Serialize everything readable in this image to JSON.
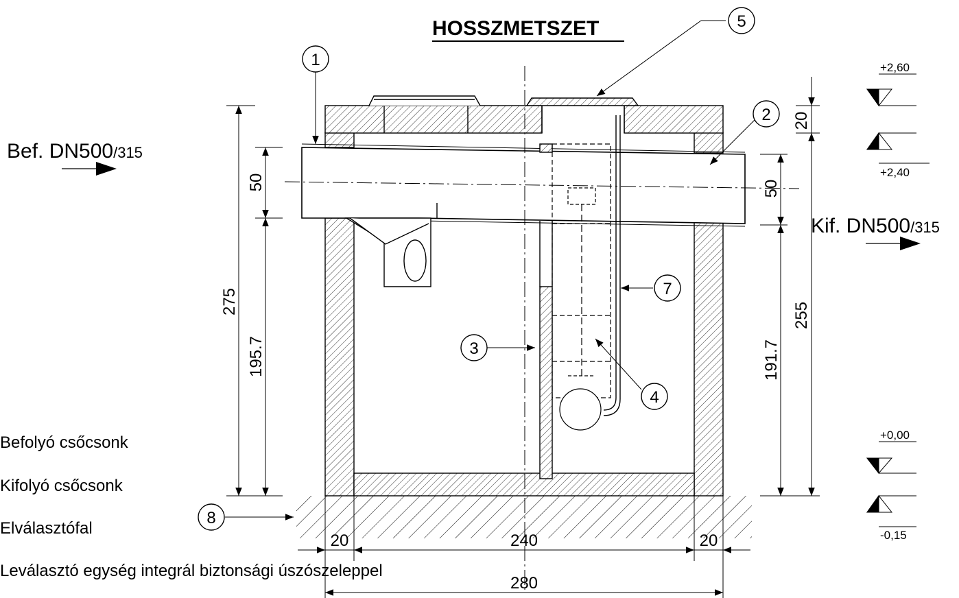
{
  "title": "HOSSZMETSZET",
  "inlet": {
    "label": "Bef. DN500",
    "sub": "/315"
  },
  "outlet": {
    "label": "Kif. DN500",
    "sub": "/315"
  },
  "levels": {
    "top": "+2,60",
    "inlet": "+2,40",
    "zero": "+0,00",
    "bottom": "-0,15"
  },
  "dimensions": {
    "left_total": "275",
    "left_pipe": "50",
    "left_lower": "195.7",
    "right_total": "255",
    "right_pipe": "50",
    "right_lower": "191.7",
    "lid": "20",
    "wall_left": "20",
    "inner_width": "240",
    "wall_right": "20",
    "overall_width": "280"
  },
  "callouts": [
    "1",
    "2",
    "3",
    "4",
    "5",
    "7",
    "8"
  ],
  "legend": [
    "Befolyó csőcsonk",
    "Kifolyó csőcsonk",
    "Elválasztófal",
    "Leválasztó egység integrál biztonsági úszószeleppel"
  ]
}
